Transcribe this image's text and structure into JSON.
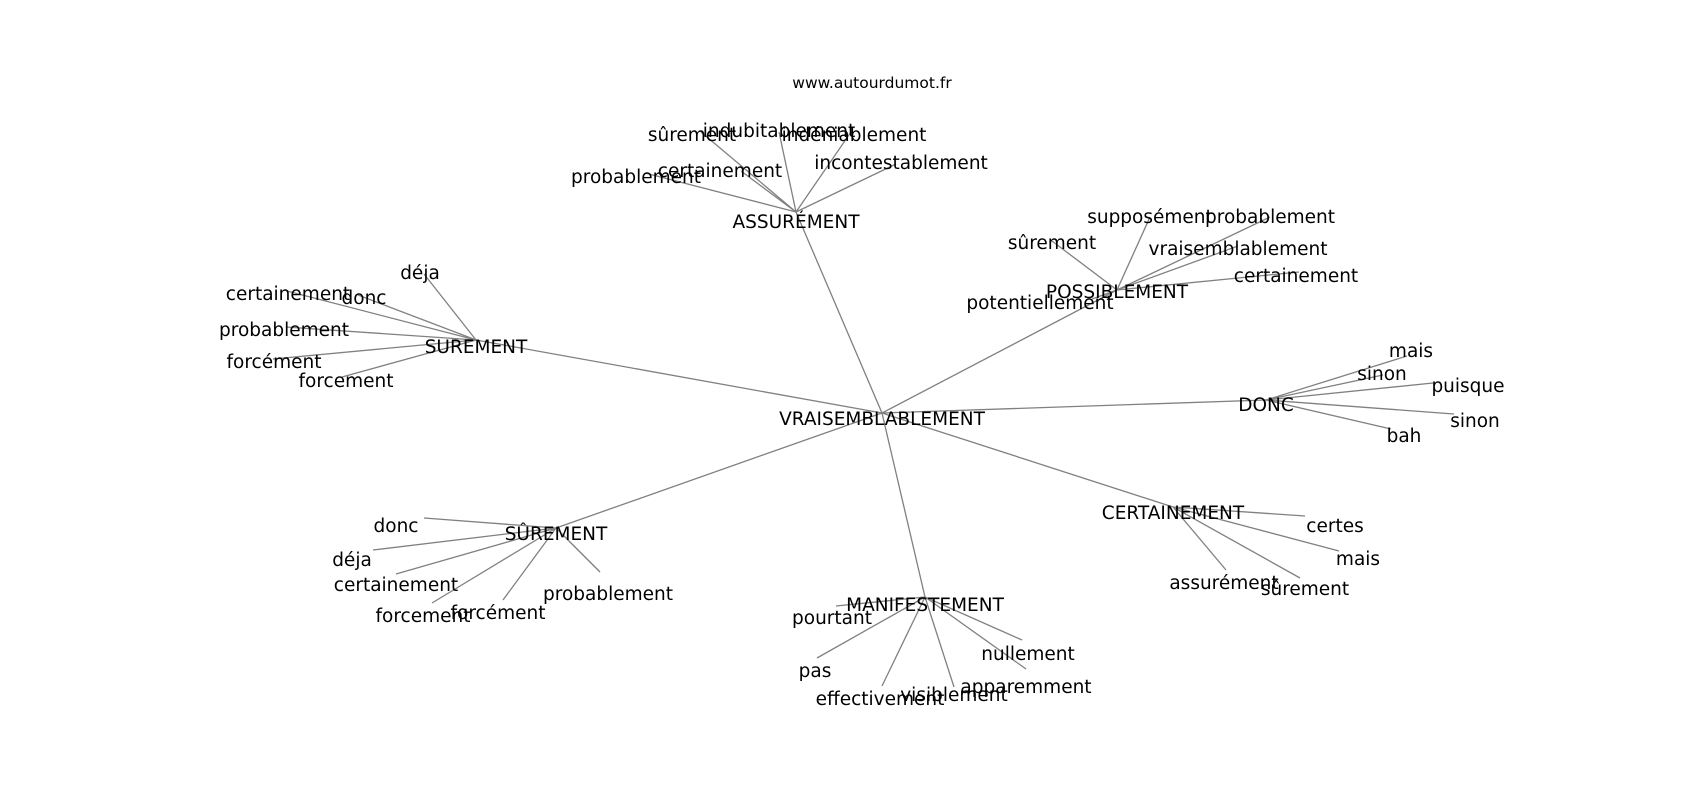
{
  "header": {
    "site": "www.autourdumot.fr"
  },
  "graph": {
    "center": "VRAISEMBLABLEMENT",
    "clusters": [
      {
        "id": "assurement",
        "label": "ASSURÉMENT",
        "leaves": [
          "probablement",
          "sûrement",
          "indubitablement",
          "indéniablement",
          "certainement",
          "incontestablement"
        ]
      },
      {
        "id": "possiblement",
        "label": "POSSIBLEMENT",
        "leaves": [
          "sûrement",
          "supposément",
          "probablement",
          "vraisemblablement",
          "certainement",
          "potentiellement"
        ]
      },
      {
        "id": "surement-plain",
        "label": "SUREMENT",
        "leaves": [
          "déja",
          "certainement",
          "donc",
          "probablement",
          "forcément",
          "forcement"
        ]
      },
      {
        "id": "donc",
        "label": "DONC",
        "leaves": [
          "mais",
          "sinon",
          "puisque",
          "sinon",
          "bah"
        ]
      },
      {
        "id": "certainement",
        "label": "CERTAINEMENT",
        "leaves": [
          "certes",
          "mais",
          "assurément",
          "sûrement"
        ]
      },
      {
        "id": "surement-accent",
        "label": "SÛREMENT",
        "leaves": [
          "donc",
          "déja",
          "certainement",
          "forcement",
          "forcément",
          "probablement"
        ]
      },
      {
        "id": "manifestement",
        "label": "MANIFESTEMENT",
        "leaves": [
          "pourtant",
          "pas",
          "effectivement",
          "visiblement",
          "apparemment",
          "nullement"
        ]
      }
    ]
  }
}
